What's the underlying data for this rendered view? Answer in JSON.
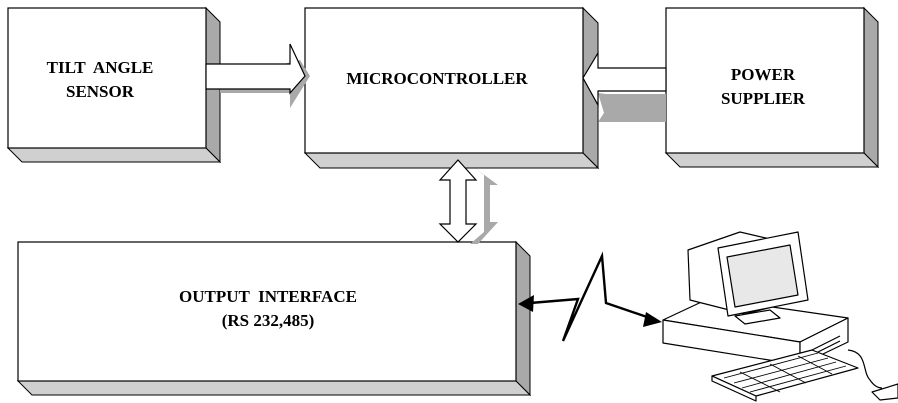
{
  "blocks": {
    "tilt_sensor": {
      "line1": "TILT  ANGLE",
      "line2": "SENSOR"
    },
    "microcontroller": {
      "label": "MICROCONTROLLER"
    },
    "power_supplier": {
      "line1": "POWER",
      "line2": "SUPPLIER"
    },
    "output_interface": {
      "line1": "OUTPUT  INTERFACE",
      "line2": "(RS 232,485)"
    }
  },
  "computer": {
    "icon": "desktop-computer-icon"
  },
  "colors": {
    "box_fill": "#ffffff",
    "shadow": "#a9a9a9",
    "stroke": "#000000"
  }
}
